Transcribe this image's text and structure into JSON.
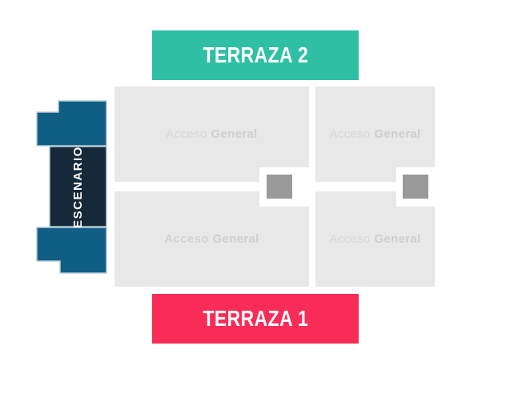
{
  "map": {
    "title": "venue-seating-map",
    "background": "#ffffff",
    "banners": {
      "terraza2": {
        "label": "TERRAZA 2",
        "bg": "#2fbfa5",
        "text_color": "#ffffff"
      },
      "terraza1": {
        "label": "TERRAZA 1",
        "bg": "#f92b57",
        "text_color": "#ffffff"
      }
    },
    "stage": {
      "label": "ESCENARIO",
      "navy": "#16293a",
      "blue": "#115e85",
      "outline": "#b9ccd6",
      "text_color": "#ffffff"
    },
    "sections": [
      {
        "id": "top-left",
        "word1": "Acceso",
        "word2": "General",
        "word1_bold": false
      },
      {
        "id": "top-right",
        "word1": "Acceso",
        "word2": "General",
        "word1_bold": false
      },
      {
        "id": "bottom-left",
        "word1": "Acceso",
        "word2": "General",
        "word1_bold": true
      },
      {
        "id": "bottom-right",
        "word1": "Acceso",
        "word2": "General",
        "word1_bold": false
      }
    ],
    "colors": {
      "section_bg": "#e8e8e8",
      "section_text_light": "#d6d6d6",
      "section_text_bold": "#cfcfcf",
      "platform_square": "#9a9a9a"
    }
  }
}
